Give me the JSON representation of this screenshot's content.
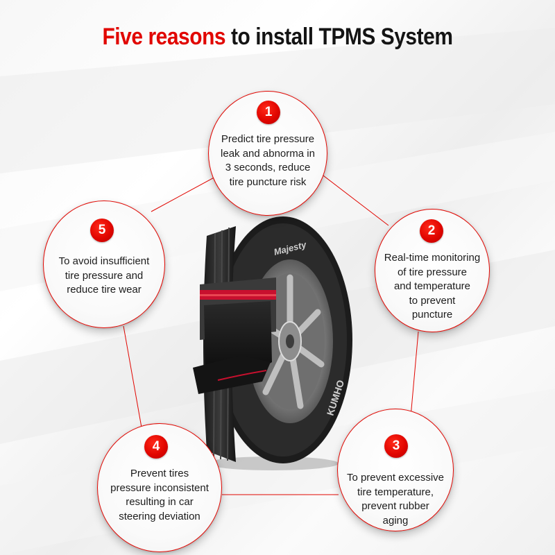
{
  "title": {
    "accent": "Five reasons",
    "rest": "to install TPMS System"
  },
  "reasons": [
    {
      "number": "1",
      "lines": [
        "Predict tire pressure",
        "leak and abnorma in",
        "3 seconds, reduce",
        "tire puncture risk"
      ]
    },
    {
      "number": "2",
      "lines": [
        "Real-time monitoring",
        "of tire pressure",
        "and temperature",
        "to prevent",
        "puncture"
      ]
    },
    {
      "number": "3",
      "lines": [
        "To prevent excessive",
        "tire temperature,",
        "prevent rubber",
        "aging"
      ]
    },
    {
      "number": "4",
      "lines": [
        "Prevent tires",
        "pressure inconsistent",
        "resulting in car",
        "steering deviation"
      ]
    },
    {
      "number": "5",
      "lines": [
        "To avoid insufficient",
        "tire pressure and",
        "reduce tire wear"
      ]
    }
  ],
  "tire": {
    "brand": "Majesty",
    "maker": "KUMHO"
  },
  "colors": {
    "accent": "#e10600",
    "text": "#1c1c1c",
    "connector": "#e10600"
  },
  "icons": {
    "product": "tire-cutaway-illustration"
  }
}
